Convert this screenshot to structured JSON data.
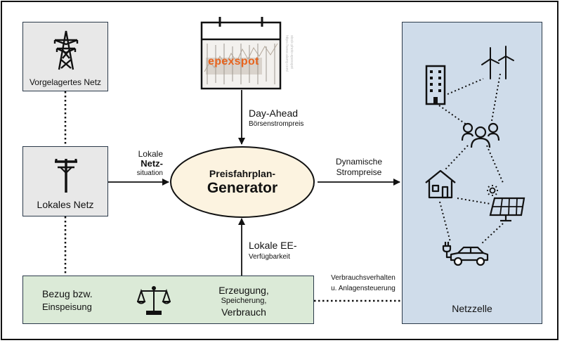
{
  "nodes": {
    "upstream_grid": "Vorgelagertes Netz",
    "local_grid": "Lokales Netz",
    "bottom_left_line1": "Bezug bzw.",
    "bottom_left_line2": "Einspeisung",
    "bottom_mid_line1": "Erzeugung,",
    "bottom_mid_line2": "Speicherung,",
    "bottom_mid_line3": "Verbrauch",
    "generator_line1": "Preisfahrplan-",
    "generator_line2": "Generator",
    "netzzelle": "Netzzelle",
    "calendar_logo": "epexspot",
    "calendar_source": "https://www.alamy.com/ ... epexspot"
  },
  "edges": {
    "day_ahead_main": "Day-Ahead",
    "day_ahead_sub": "Börsenstrompreis",
    "local_net_1": "Lokale",
    "local_net_2": "Netz-",
    "local_net_3": "situation",
    "dynamic_1": "Dynamische",
    "dynamic_2": "Strompreise",
    "re_main": "Lokale EE-",
    "re_sub": "Verfügbarkeit",
    "behaviour_1": "Verbrauchsverhalten",
    "behaviour_2": "u. Anlagensteuerung"
  },
  "colors": {
    "grey_box": "#e8e8e8",
    "green_box": "#dbead7",
    "blue_box": "#cfdcea",
    "ellipse_fill": "#fcf3e0",
    "epex_orange": "#e8641e"
  },
  "icons": [
    "power-tower-icon",
    "utility-pole-icon",
    "scale-icon",
    "calendar-icon",
    "building-icon",
    "wind-turbine-icon",
    "people-icon",
    "house-icon",
    "solar-panel-icon",
    "electric-car-icon"
  ]
}
